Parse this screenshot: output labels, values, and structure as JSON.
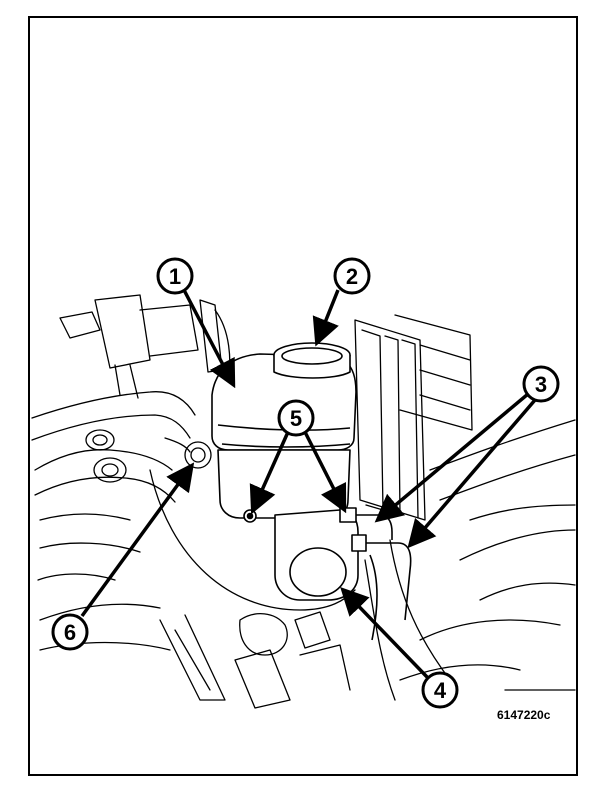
{
  "figure_id": "6147220c",
  "callouts": [
    {
      "label": "1"
    },
    {
      "label": "2"
    },
    {
      "label": "3"
    },
    {
      "label": "4"
    },
    {
      "label": "5"
    },
    {
      "label": "6"
    }
  ]
}
